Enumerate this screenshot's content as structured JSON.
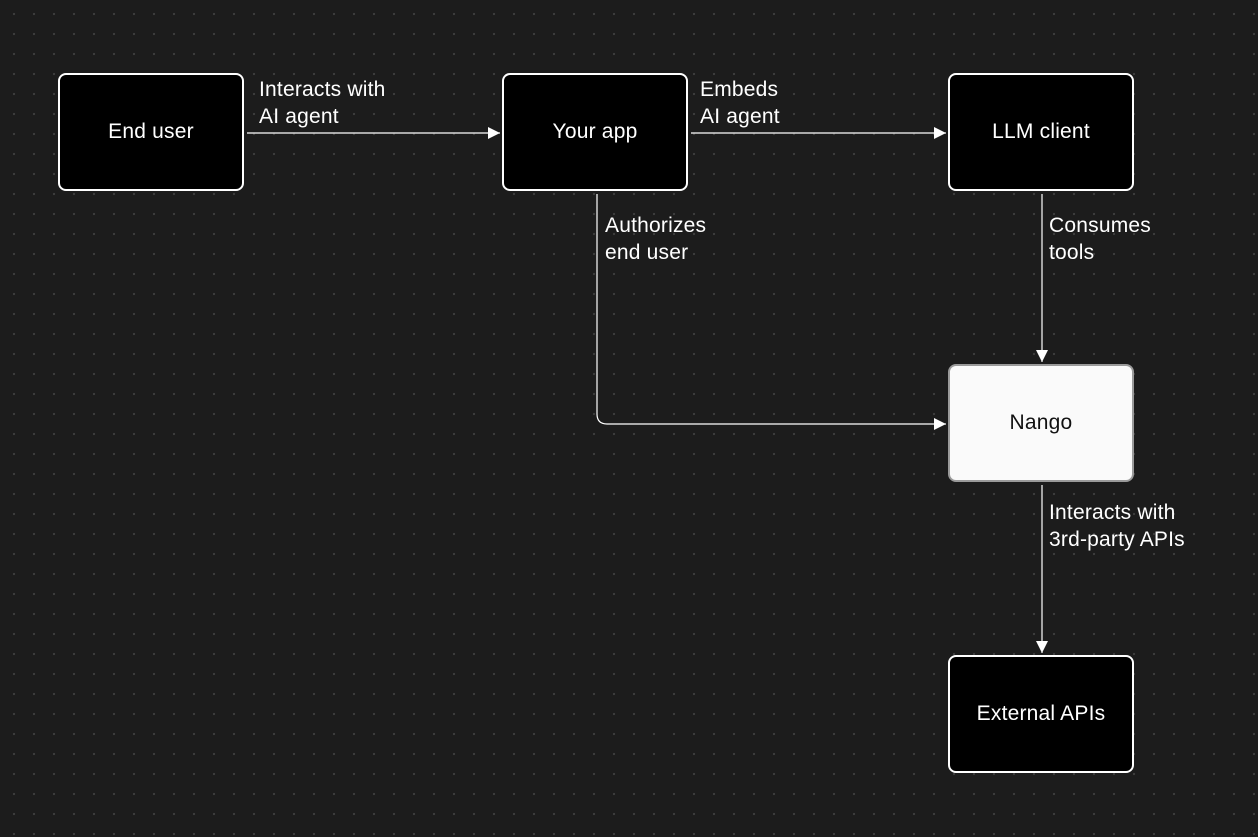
{
  "diagram": {
    "nodes": {
      "end_user": {
        "label": "End user"
      },
      "your_app": {
        "label": "Your app"
      },
      "llm_client": {
        "label": "LLM client"
      },
      "nango": {
        "label": "Nango"
      },
      "external_apis": {
        "label": "External APIs"
      }
    },
    "edges": {
      "end_user_to_app": {
        "label": "Interacts with\nAI agent"
      },
      "app_to_llm": {
        "label": "Embeds\nAI agent"
      },
      "app_to_nango": {
        "label": "Authorizes\nend user"
      },
      "llm_to_nango": {
        "label": "Consumes\ntools"
      },
      "nango_to_external": {
        "label": "Interacts with\n3rd-party APIs"
      }
    },
    "colors": {
      "background": "#1c1c1c",
      "grid_dot": "#3d3d3d",
      "node_fill": "#000000",
      "node_border": "#ffffff",
      "highlight_fill": "#fafafa",
      "edge_stroke": "#ffffff"
    }
  }
}
